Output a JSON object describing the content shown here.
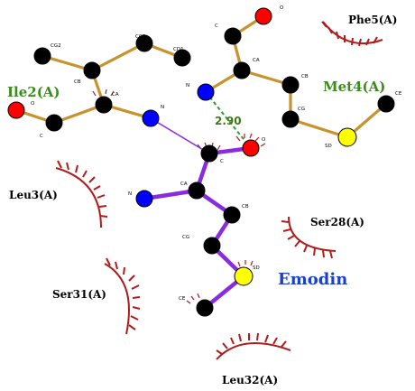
{
  "residues": {
    "phe5": "Phe5(A)",
    "ile2": "Ile2(A)",
    "met4": "Met4(A)",
    "leu3": "Leu3(A)",
    "ser28": "Ser28(A)",
    "ser31": "Ser31(A)",
    "leu32": "Leu32(A)"
  },
  "ligand_name": "Emodin",
  "hbond_distance": "2.90",
  "atom_labels": {
    "o_top": "O",
    "c_top": "C",
    "ca_top": "CA",
    "n_top": "N",
    "cb_top": "CB",
    "cg_top": "CG",
    "sd_top": "SD",
    "ce_top": "CE",
    "cg1": "CG1",
    "cg2": "CG2",
    "cd1": "CD1",
    "cb_ile": "CB",
    "ca_ile": "CA",
    "o_ile": "O",
    "c_ile": "C",
    "n_ile": "N",
    "c_lig": "C",
    "o_lig": "O",
    "ca_lig": "CA",
    "n_lig": "N",
    "cb_lig": "CB",
    "cg_lig": "CG",
    "sd_lig": "SD",
    "ce_lig": "CE"
  },
  "colors": {
    "carbon": "#000000",
    "oxygen": "#ff0000",
    "nitrogen": "#0000ff",
    "sulfur": "#ffff00",
    "protein_bond": "#c8922c",
    "ligand_bond": "#8a2be2",
    "hbond": "#2e9c2e",
    "hydrophobic_arc": "#b01c1c",
    "residue_label_green": "#3d8b1f",
    "ligand_label": "#1a3fd0"
  }
}
